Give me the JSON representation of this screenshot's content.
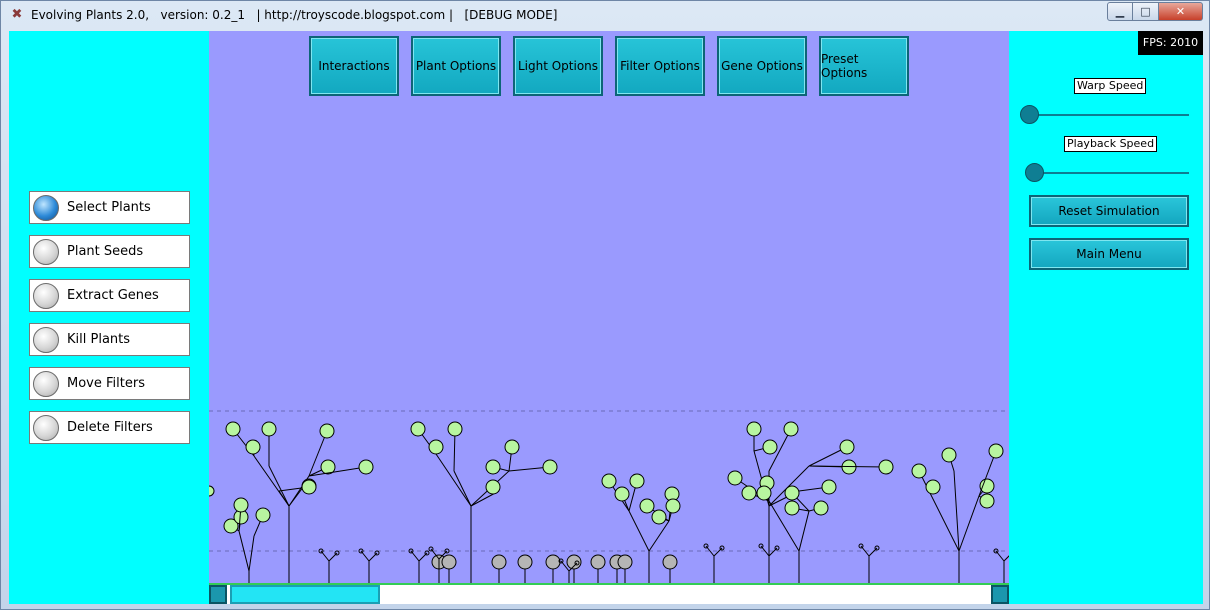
{
  "window": {
    "title": "Evolving Plants 2.0,   version: 0.2_1   | http://troyscode.blogspot.com |   [DEBUG MODE]",
    "app_icon": "dna-icon",
    "min_glyph": "▁",
    "max_glyph": "□",
    "close_glyph": "✕"
  },
  "interactions": {
    "items": [
      {
        "label": "Select Plants",
        "selected": true
      },
      {
        "label": "Plant Seeds",
        "selected": false
      },
      {
        "label": "Extract Genes",
        "selected": false
      },
      {
        "label": "Kill Plants",
        "selected": false
      },
      {
        "label": "Move Filters",
        "selected": false
      },
      {
        "label": "Delete Filters",
        "selected": false
      }
    ]
  },
  "toolbar": {
    "buttons": [
      "Interactions",
      "Plant Options",
      "Light Options",
      "Filter Options",
      "Gene Options",
      "Preset Options"
    ]
  },
  "right": {
    "fps": "FPS: 2010",
    "warp_label": "Warp Speed",
    "warp_value": 0,
    "playback_label": "Playback Speed",
    "playback_value": 0,
    "reset_label": "Reset Simulation",
    "menu_label": "Main Menu"
  },
  "colors": {
    "sky": "#9a9afe",
    "panel": "#00ffff",
    "leaf_alive": "#b8f5a0",
    "leaf_seed": "#b5b5b5",
    "button": "#1aafc6"
  }
}
